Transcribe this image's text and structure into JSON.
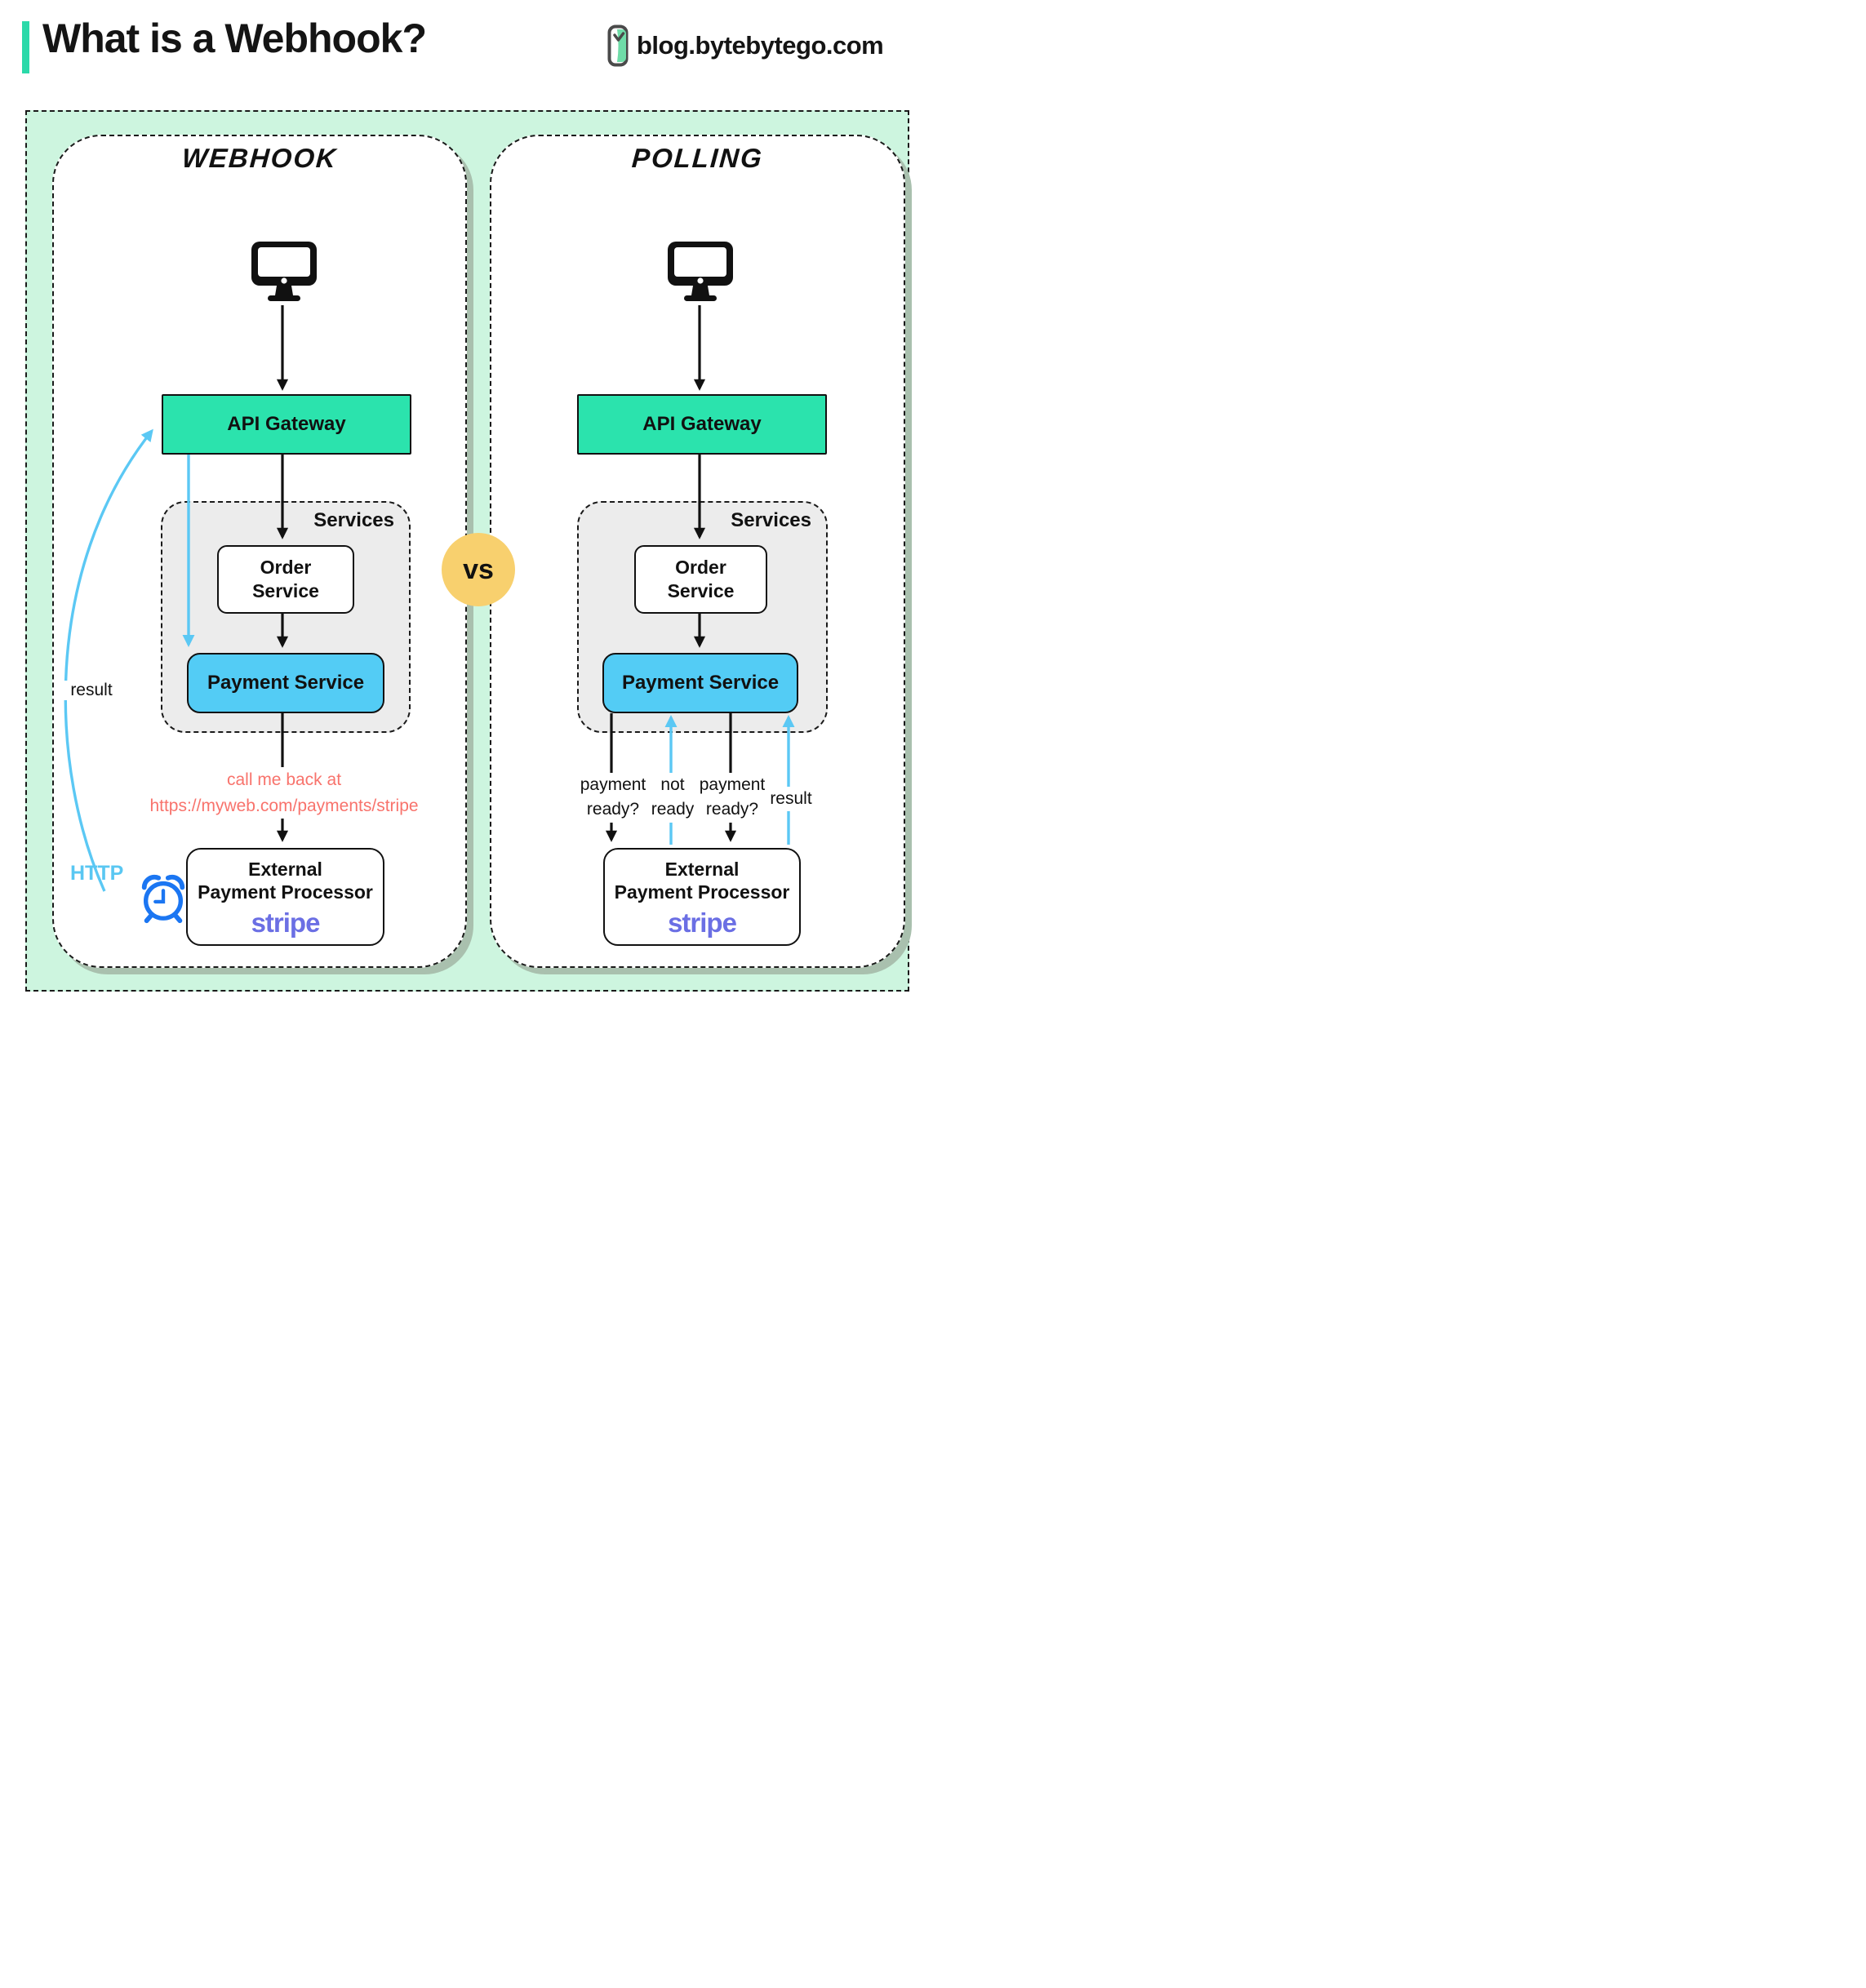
{
  "header": {
    "title": "What is a Webhook?",
    "site": "blog.bytebytego.com"
  },
  "vs_label": "VS",
  "webhook": {
    "title": "Webhook",
    "api_gateway": "API Gateway",
    "services_label": "Services",
    "order_service": "Order\nService",
    "payment_service": "Payment Service",
    "callback_note_line1": "call me back at",
    "callback_note_line2": "https://myweb.com/payments/stripe",
    "external_processor": "External\nPayment Processor",
    "stripe_logo": "stripe",
    "result_label": "result",
    "http_label": "HTTP"
  },
  "polling": {
    "title": "Polling",
    "api_gateway": "API Gateway",
    "services_label": "Services",
    "order_service": "Order\nService",
    "payment_service": "Payment Service",
    "external_processor": "External\nPayment Processor",
    "stripe_logo": "stripe",
    "arrow_labels": [
      "payment\nready?",
      "not\nready",
      "payment\nready?",
      "result"
    ]
  },
  "colors": {
    "accent_teal": "#2bd9a9",
    "board_mint": "#cdf5df",
    "gateway_teal": "#2be3ad",
    "payment_blue": "#53ccf5",
    "services_gray": "#ececec",
    "vs_yellow": "#f8d06e",
    "callback_coral": "#f8736c",
    "arrow_blue": "#5bc8f4",
    "clock_blue": "#1b76f2",
    "stripe_purple": "#6b6fe4",
    "panel_shadow": "#a9c0ae"
  }
}
